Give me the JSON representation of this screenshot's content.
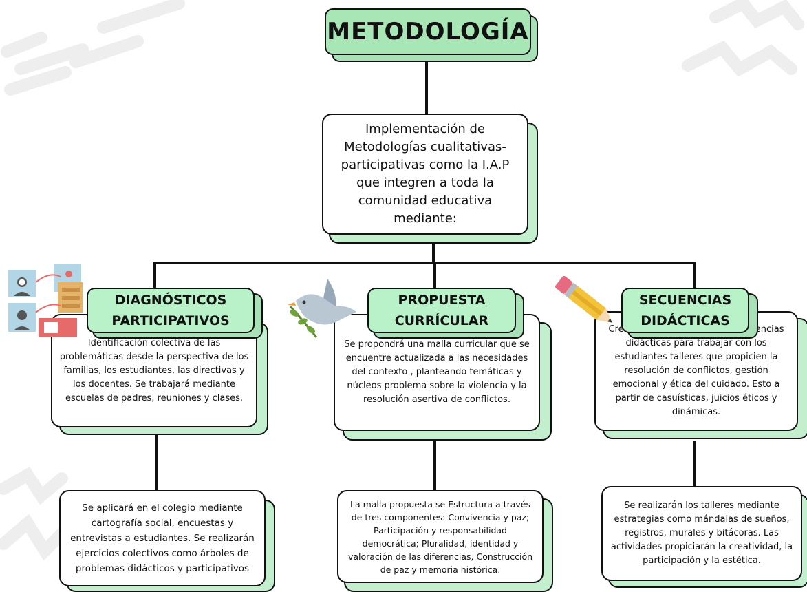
{
  "title": "METODOLOGÍA",
  "intro": "Implementación de Metodologías cualitativas-participativas como la I.A.P que integren a toda la comunidad educativa mediante:",
  "branches": [
    {
      "heading": "DIAGNÓSTICOS PARTICIPATIVOS",
      "description": "Identificación colectiva de las problemáticas desde la perspectiva de los familias, los estudiantes, las directivas y los docentes. Se trabajará mediante escuelas de padres, reuniones y clases.",
      "detail": "Se aplicará en el colegio mediante cartografía social, encuestas y entrevistas a estudiantes. Se realizarán ejercicios colectivos como árboles de problemas didácticos y participativos",
      "icon": "participation-illustration-icon"
    },
    {
      "heading": "PROPUESTA CURRÍCULAR",
      "description": "Se propondrá una malla curricular que se encuentre actualizada a las necesidades del contexto , planteando temáticas y núcleos problema sobre la violencia y la resolución asertiva de conflictos.",
      "detail": "La malla propuesta se Estructura a través de tres componentes: Convivencia y paz; Participación y responsabilidad democrática; Pluralidad, identidad y valoración de las diferencias, Construcción de paz y memoria histórica.",
      "icon": "peace-dove-icon"
    },
    {
      "heading": "SECUENCIAS DIDÁCTICAS",
      "description": "Creación de un conjunto de secuencias didácticas para trabajar con los estudiantes talleres que propicien la resolución de conflictos, gestión emocional y ética del cuidado. Esto a partir de casuísticas, juicios éticos y dinámicas.",
      "detail": "Se realizarán los talleres mediante estrategias como mándalas de sueños, registros, murales y bitácoras. Las actividades propiciarán la creatividad, la participación y la estética.",
      "icon": "pencil-icon"
    }
  ],
  "colors": {
    "title_fill": "#a8e6b5",
    "heading_fill": "#b9f1c8",
    "shadow_fill": "#c4efcf",
    "line": "#111111"
  }
}
